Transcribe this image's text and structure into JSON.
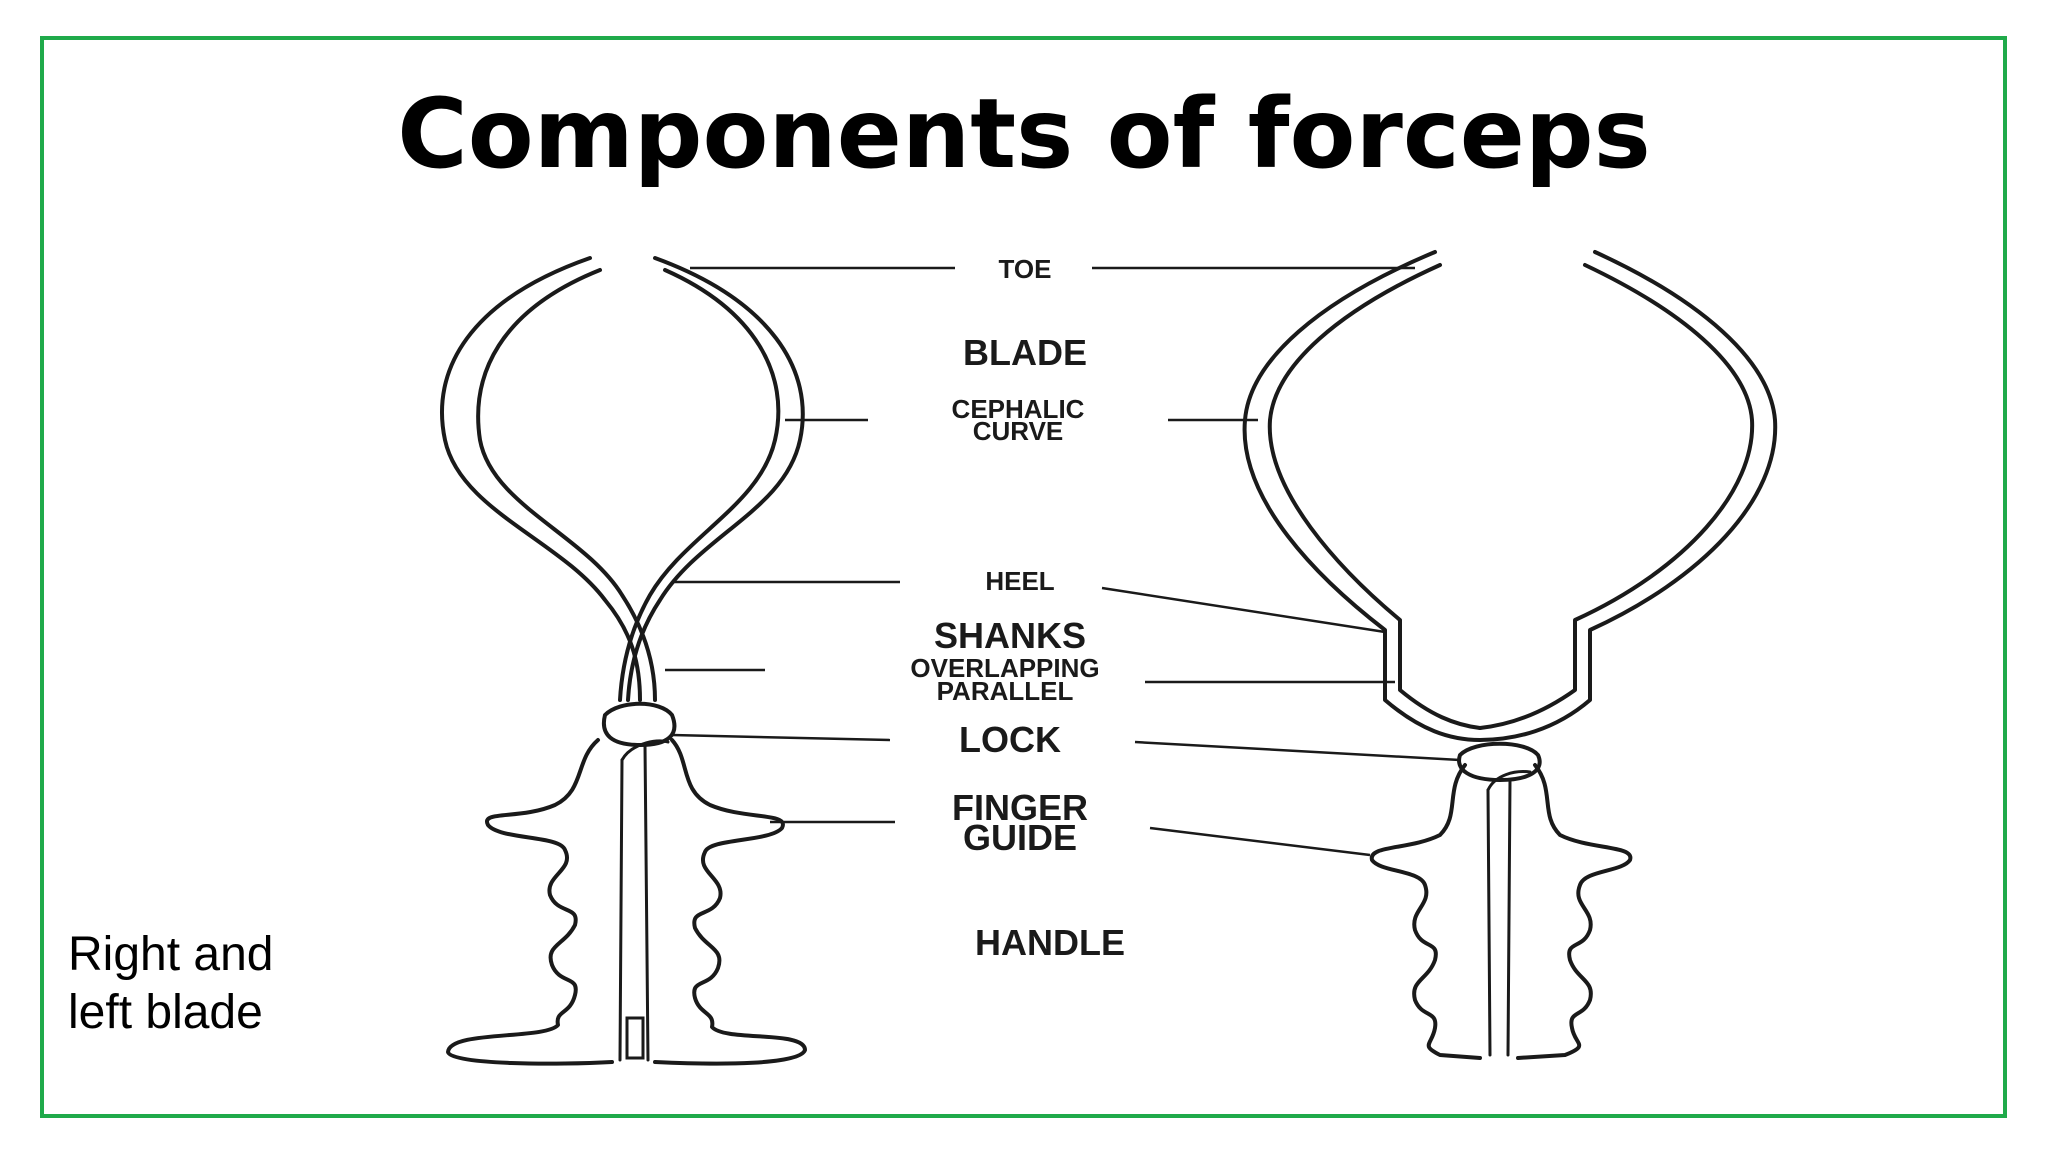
{
  "slide": {
    "title": "Components of forceps",
    "caption": [
      "Right and",
      "left blade"
    ],
    "frame_color": "#1faa4a"
  },
  "labels": {
    "toe": "TOE",
    "blade": "BLADE",
    "cephalic_curve": [
      "CEPHALIC",
      "CURVE"
    ],
    "heel": "HEEL",
    "shanks": "SHANKS",
    "shank_types": [
      "OVERLAPPING",
      "PARALLEL"
    ],
    "lock": "LOCK",
    "finger_guide": [
      "FINGER",
      "GUIDE"
    ],
    "handle": "HANDLE"
  }
}
